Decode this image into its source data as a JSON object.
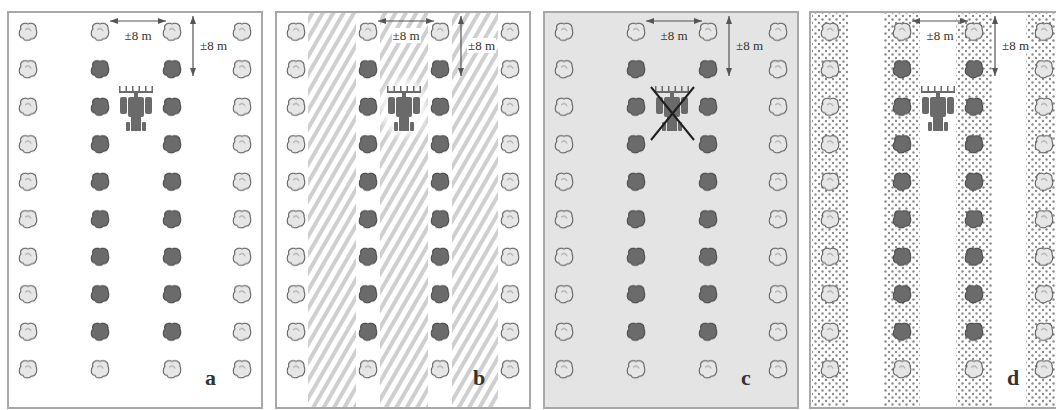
{
  "diagram": {
    "labels": [
      "±8 m",
      "±8 m",
      "a",
      "±8 m",
      "±8 m",
      "b",
      "±8 m",
      "±8 m",
      "c",
      "±8 m",
      "±8 m",
      "d"
    ]
  }
}
